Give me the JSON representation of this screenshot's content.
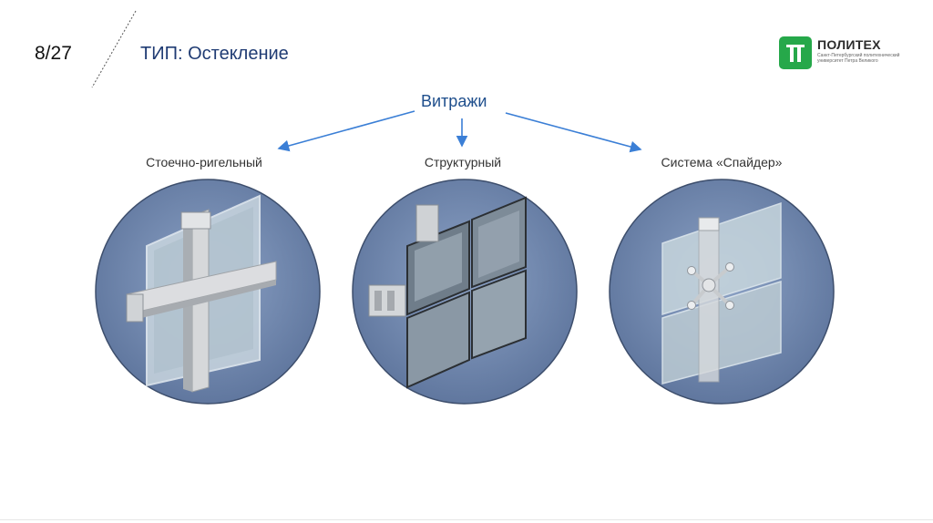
{
  "slide": {
    "page_number": "8/27",
    "title": "ТИП: Остекление"
  },
  "logo": {
    "name": "ПОЛИТЕХ",
    "tagline": "Санкт-Петербургский политехнический университет Петра Великого",
    "brand_color": "#26a84a"
  },
  "diagram": {
    "root_label": "Витражи",
    "types": [
      {
        "label": "Стоечно-ригельный",
        "image": "mullion-transom-facade"
      },
      {
        "label": "Структурный",
        "image": "structural-glazing"
      },
      {
        "label": "Система «Спайдер»",
        "image": "spider-glazing-system"
      }
    ],
    "arrow_color": "#3b7fd6"
  },
  "colors": {
    "title": "#1f3b73",
    "circle_fill": "#7088b0"
  }
}
